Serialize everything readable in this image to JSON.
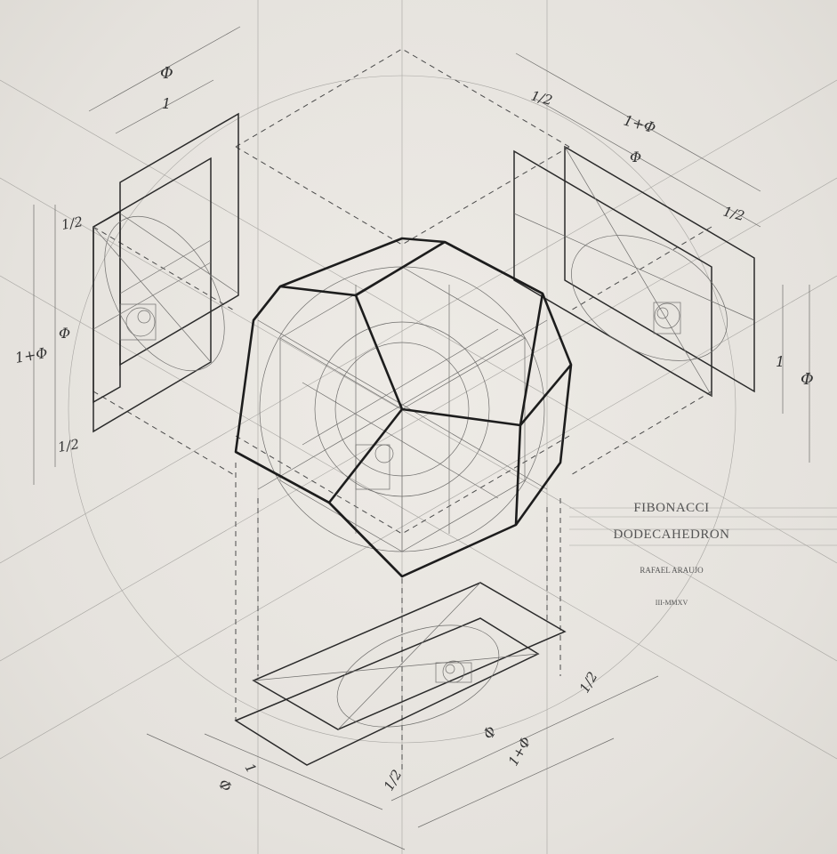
{
  "title": {
    "line1": "FIBONACCI",
    "line2": "DODECAHEDRON",
    "author": "RAFAEL ARAUJO",
    "date": "III-MMXV"
  },
  "dimensions": {
    "phi": "Φ",
    "one": "1",
    "half": "1/2",
    "one_plus_phi": "1+Φ"
  }
}
